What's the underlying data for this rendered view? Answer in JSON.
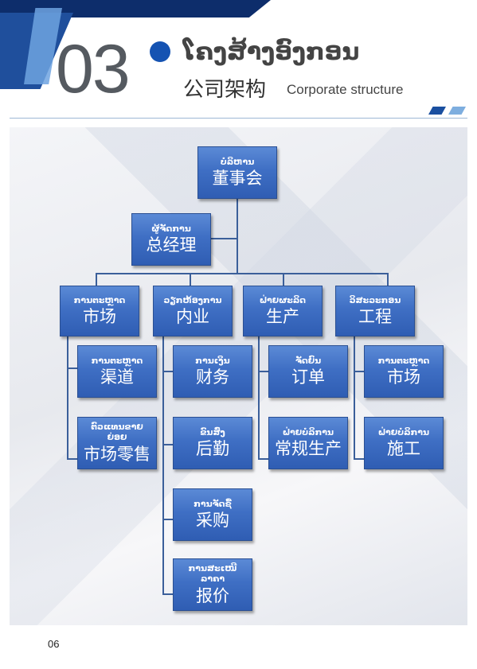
{
  "header": {
    "section_number": "03",
    "title_lao": "ໂຄງສ້າງອົງກອນ",
    "title_cn": "公司架构",
    "title_en": "Corporate structure"
  },
  "org": {
    "board": {
      "lao": "ບໍລິຫານ",
      "cn": "董事会"
    },
    "gm": {
      "lao": "ຜູ້ຈັດການ",
      "cn": "总经理"
    },
    "dept_market": {
      "lao": "ການຕະຫຼາດ",
      "cn": "市场"
    },
    "dept_internal": {
      "lao": "ວຽກຫ້ອງການ",
      "cn": "内业"
    },
    "dept_production": {
      "lao": "ຝ່າຍຜະລິດ",
      "cn": "生产"
    },
    "dept_engineering": {
      "lao": "ວິສະວະກອນ",
      "cn": "工程"
    },
    "market_channel": {
      "lao": "ການຕະຫຼາດ",
      "cn": "渠道"
    },
    "market_retail": {
      "lao": "ຕົວແທນຂາຍຍ່ອຍ",
      "cn": "市场零售"
    },
    "internal_finance": {
      "lao": "ການເງິນ",
      "cn": "财务"
    },
    "internal_logistics": {
      "lao": "ຂົນສົ່ງ",
      "cn": "后勤"
    },
    "internal_purchase": {
      "lao": "ການຈັດຊື້",
      "cn": "采购"
    },
    "internal_quote": {
      "lao": "ການສະເໜີລາຄາ",
      "cn": "报价"
    },
    "production_orders": {
      "lao": "ຈັດຍົນ",
      "cn": "订单"
    },
    "production_regular": {
      "lao": "ຝ່າຍບໍລິການ",
      "cn": "常规生产"
    },
    "engineering_market": {
      "lao": "ການຕະຫຼາດ",
      "cn": "市场"
    },
    "engineering_construction": {
      "lao": "ຝ່າຍບໍລິການ",
      "cn": "施工"
    }
  },
  "footer": {
    "page_number": "06"
  },
  "colors": {
    "accent": "#1553b2",
    "box_top": "#5b8ad6",
    "box_bottom": "#2f5db3",
    "connector": "#3b5f9a"
  }
}
